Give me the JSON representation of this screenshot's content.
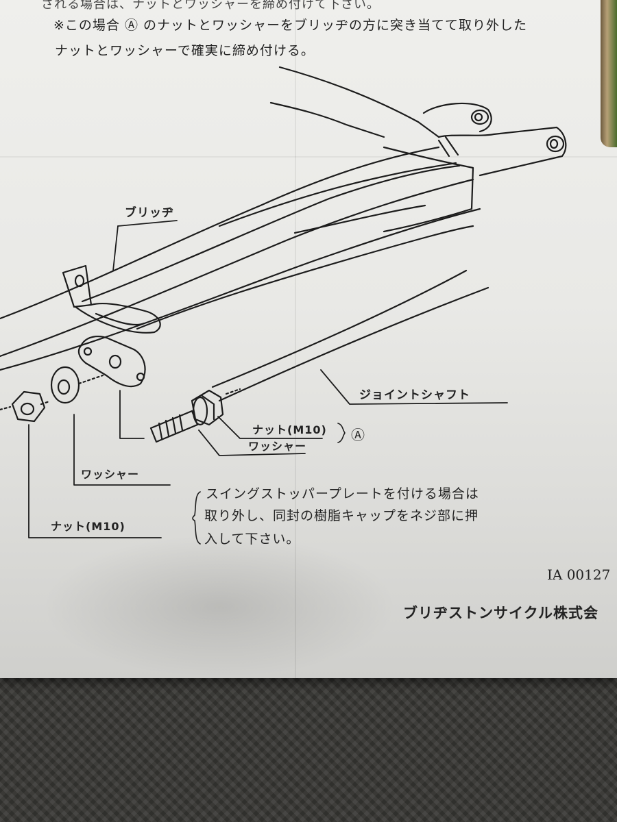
{
  "instructions": {
    "line1": "される場合は、ナットとワッシャーを締め付けて下さい。",
    "line2": "※この場合 Ⓐ のナットとワッシャーをブリッヂの方に突き当てて取り外した",
    "line3": "ナットとワッシャーで確実に締め付ける。"
  },
  "diagram": {
    "bridge_label": "ブリッヂ",
    "joint_shaft_label": "ジョイントシャフト",
    "nut_a_label": "ナット(M10)",
    "washer_a_label": "ワッシャー",
    "group_a_mark": "Ⓐ",
    "washer_left_label": "ワッシャー",
    "nut_left_label": "ナット(M10)"
  },
  "note": {
    "line1": "スイングストッパープレートを付ける場合は",
    "line2": "取り外し、同封の樹脂キャップをネジ部に押",
    "line3": "入して下さい。"
  },
  "footer": {
    "code": "IA 00127",
    "company": "ブリヂストンサイクル株式会"
  }
}
